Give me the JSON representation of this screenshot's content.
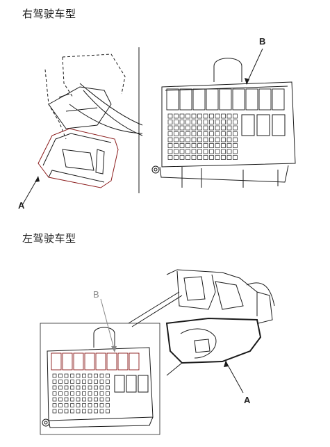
{
  "headings": {
    "rhd": "右驾驶车型",
    "lhd": "左驾驶车型"
  },
  "callouts": {
    "rhd_a": "A",
    "rhd_b": "B",
    "lhd_a": "A",
    "lhd_b": "B"
  },
  "colors": {
    "line": "#1a1a1a",
    "highlight": "#8a1a1a",
    "grey_label": "#888888"
  }
}
